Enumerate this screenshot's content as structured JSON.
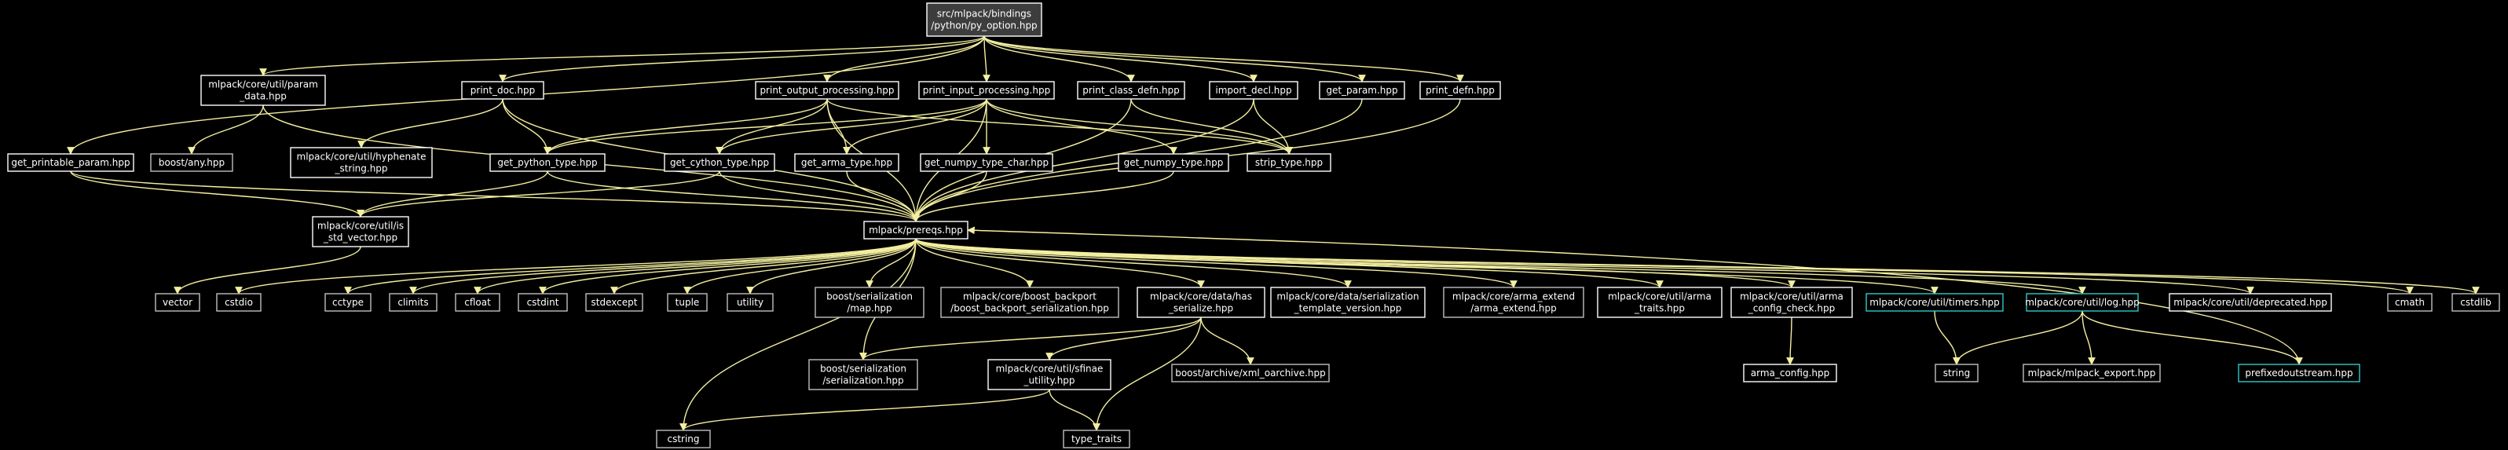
{
  "colors": {
    "background": "#000000",
    "edge": "#f3efa0",
    "node_default_border": "#ffffff",
    "node_system_border": "#bfbfbf",
    "node_cyan_border": "#30c9c9",
    "root_fill": "#3d3d3d",
    "text": "#ffffff"
  },
  "nodes": [
    {
      "id": "root",
      "kind": "root",
      "lines": [
        "src/mlpack/bindings",
        "/python/py_option.hpp"
      ]
    },
    {
      "id": "param_data",
      "kind": "default",
      "lines": [
        "mlpack/core/util/param",
        "_data.hpp"
      ]
    },
    {
      "id": "print_doc",
      "kind": "default",
      "lines": [
        "print_doc.hpp"
      ]
    },
    {
      "id": "print_output",
      "kind": "default",
      "lines": [
        "print_output_processing.hpp"
      ]
    },
    {
      "id": "print_input",
      "kind": "default",
      "lines": [
        "print_input_processing.hpp"
      ]
    },
    {
      "id": "print_class",
      "kind": "default",
      "lines": [
        "print_class_defn.hpp"
      ]
    },
    {
      "id": "import_decl",
      "kind": "default",
      "lines": [
        "import_decl.hpp"
      ]
    },
    {
      "id": "get_param",
      "kind": "default",
      "lines": [
        "get_param.hpp"
      ]
    },
    {
      "id": "print_defn",
      "kind": "default",
      "lines": [
        "print_defn.hpp"
      ]
    },
    {
      "id": "get_printable",
      "kind": "default",
      "lines": [
        "get_printable_param.hpp"
      ]
    },
    {
      "id": "boost_any",
      "kind": "system",
      "lines": [
        "boost/any.hpp"
      ]
    },
    {
      "id": "hyphenate",
      "kind": "default",
      "lines": [
        "mlpack/core/util/hyphenate",
        "_string.hpp"
      ]
    },
    {
      "id": "get_python",
      "kind": "default",
      "lines": [
        "get_python_type.hpp"
      ]
    },
    {
      "id": "get_cython",
      "kind": "default",
      "lines": [
        "get_cython_type.hpp"
      ]
    },
    {
      "id": "get_arma",
      "kind": "default",
      "lines": [
        "get_arma_type.hpp"
      ]
    },
    {
      "id": "get_numpy_char",
      "kind": "default",
      "lines": [
        "get_numpy_type_char.hpp"
      ]
    },
    {
      "id": "get_numpy",
      "kind": "default",
      "lines": [
        "get_numpy_type.hpp"
      ]
    },
    {
      "id": "strip_type",
      "kind": "default",
      "lines": [
        "strip_type.hpp"
      ]
    },
    {
      "id": "is_std_vector",
      "kind": "default",
      "lines": [
        "mlpack/core/util/is",
        "_std_vector.hpp"
      ]
    },
    {
      "id": "prereqs",
      "kind": "default",
      "lines": [
        "mlpack/prereqs.hpp"
      ]
    },
    {
      "id": "vector",
      "kind": "system",
      "lines": [
        "vector"
      ]
    },
    {
      "id": "cstdio",
      "kind": "system",
      "lines": [
        "cstdio"
      ]
    },
    {
      "id": "cctype",
      "kind": "system",
      "lines": [
        "cctype"
      ]
    },
    {
      "id": "climits",
      "kind": "system",
      "lines": [
        "climits"
      ]
    },
    {
      "id": "cfloat",
      "kind": "system",
      "lines": [
        "cfloat"
      ]
    },
    {
      "id": "cstdint",
      "kind": "system",
      "lines": [
        "cstdint"
      ]
    },
    {
      "id": "stdexcept",
      "kind": "system",
      "lines": [
        "stdexcept"
      ]
    },
    {
      "id": "tuple",
      "kind": "system",
      "lines": [
        "tuple"
      ]
    },
    {
      "id": "utility",
      "kind": "system",
      "lines": [
        "utility"
      ]
    },
    {
      "id": "ser_map",
      "kind": "system",
      "lines": [
        "boost/serialization",
        "/map.hpp"
      ]
    },
    {
      "id": "boost_backport",
      "kind": "system",
      "lines": [
        "mlpack/core/boost_backport",
        "/boost_backport_serialization.hpp"
      ]
    },
    {
      "id": "has_serialize",
      "kind": "default",
      "lines": [
        "mlpack/core/data/has",
        "_serialize.hpp"
      ]
    },
    {
      "id": "ser_template",
      "kind": "default",
      "lines": [
        "mlpack/core/data/serialization",
        "_template_version.hpp"
      ]
    },
    {
      "id": "arma_extend",
      "kind": "system",
      "lines": [
        "mlpack/core/arma_extend",
        "/arma_extend.hpp"
      ]
    },
    {
      "id": "arma_traits",
      "kind": "default",
      "lines": [
        "mlpack/core/util/arma",
        "_traits.hpp"
      ]
    },
    {
      "id": "arma_config_check",
      "kind": "default",
      "lines": [
        "mlpack/core/util/arma",
        "_config_check.hpp"
      ]
    },
    {
      "id": "timers",
      "kind": "cyan",
      "lines": [
        "mlpack/core/util/timers.hpp"
      ]
    },
    {
      "id": "log",
      "kind": "cyan",
      "lines": [
        "mlpack/core/util/log.hpp"
      ]
    },
    {
      "id": "deprecated",
      "kind": "default",
      "lines": [
        "mlpack/core/util/deprecated.hpp"
      ]
    },
    {
      "id": "cmath",
      "kind": "system",
      "lines": [
        "cmath"
      ]
    },
    {
      "id": "cstdlib",
      "kind": "system",
      "lines": [
        "cstdlib"
      ]
    },
    {
      "id": "ser_ser",
      "kind": "system",
      "lines": [
        "boost/serialization",
        "/serialization.hpp"
      ]
    },
    {
      "id": "sfinae",
      "kind": "default",
      "lines": [
        "mlpack/core/util/sfinae",
        "_utility.hpp"
      ]
    },
    {
      "id": "xml_oarchive",
      "kind": "system",
      "lines": [
        "boost/archive/xml_oarchive.hpp"
      ]
    },
    {
      "id": "arma_config",
      "kind": "default",
      "lines": [
        "arma_config.hpp"
      ]
    },
    {
      "id": "string",
      "kind": "system",
      "lines": [
        "string"
      ]
    },
    {
      "id": "mlpack_export",
      "kind": "system",
      "lines": [
        "mlpack/mlpack_export.hpp"
      ]
    },
    {
      "id": "prefixedout",
      "kind": "cyan",
      "lines": [
        "prefixedoutstream.hpp"
      ]
    },
    {
      "id": "cstring",
      "kind": "system",
      "lines": [
        "cstring"
      ]
    },
    {
      "id": "type_traits",
      "kind": "system",
      "lines": [
        "type_traits"
      ]
    }
  ],
  "edges": [
    [
      "root",
      "param_data"
    ],
    [
      "root",
      "print_doc"
    ],
    [
      "root",
      "print_output"
    ],
    [
      "root",
      "print_input"
    ],
    [
      "root",
      "print_class"
    ],
    [
      "root",
      "import_decl"
    ],
    [
      "root",
      "get_param"
    ],
    [
      "root",
      "print_defn"
    ],
    [
      "root",
      "get_printable"
    ],
    [
      "param_data",
      "boost_any"
    ],
    [
      "param_data",
      "prereqs"
    ],
    [
      "print_doc",
      "hyphenate"
    ],
    [
      "print_doc",
      "get_python"
    ],
    [
      "print_doc",
      "prereqs"
    ],
    [
      "print_output",
      "get_python"
    ],
    [
      "print_output",
      "get_cython"
    ],
    [
      "print_output",
      "get_arma"
    ],
    [
      "print_output",
      "strip_type"
    ],
    [
      "print_output",
      "prereqs"
    ],
    [
      "print_input",
      "get_python"
    ],
    [
      "print_input",
      "get_cython"
    ],
    [
      "print_input",
      "get_arma"
    ],
    [
      "print_input",
      "get_numpy_char"
    ],
    [
      "print_input",
      "get_numpy"
    ],
    [
      "print_input",
      "strip_type"
    ],
    [
      "print_input",
      "prereqs"
    ],
    [
      "print_class",
      "strip_type"
    ],
    [
      "print_class",
      "prereqs"
    ],
    [
      "import_decl",
      "strip_type"
    ],
    [
      "import_decl",
      "prereqs"
    ],
    [
      "get_param",
      "prereqs"
    ],
    [
      "print_defn",
      "prereqs"
    ],
    [
      "get_printable",
      "is_std_vector"
    ],
    [
      "get_printable",
      "prereqs"
    ],
    [
      "get_python",
      "is_std_vector"
    ],
    [
      "get_python",
      "prereqs"
    ],
    [
      "get_cython",
      "is_std_vector"
    ],
    [
      "get_cython",
      "prereqs"
    ],
    [
      "get_arma",
      "prereqs"
    ],
    [
      "get_numpy_char",
      "prereqs"
    ],
    [
      "get_numpy",
      "prereqs"
    ],
    [
      "is_std_vector",
      "vector"
    ],
    [
      "prereqs",
      "cstdio"
    ],
    [
      "prereqs",
      "cctype"
    ],
    [
      "prereqs",
      "climits"
    ],
    [
      "prereqs",
      "cfloat"
    ],
    [
      "prereqs",
      "cstdint"
    ],
    [
      "prereqs",
      "stdexcept"
    ],
    [
      "prereqs",
      "tuple"
    ],
    [
      "prereqs",
      "utility"
    ],
    [
      "prereqs",
      "ser_map"
    ],
    [
      "prereqs",
      "boost_backport"
    ],
    [
      "prereqs",
      "has_serialize"
    ],
    [
      "prereqs",
      "ser_template"
    ],
    [
      "prereqs",
      "arma_extend"
    ],
    [
      "prereqs",
      "arma_traits"
    ],
    [
      "prereqs",
      "arma_config_check"
    ],
    [
      "prereqs",
      "timers"
    ],
    [
      "prereqs",
      "log"
    ],
    [
      "prereqs",
      "deprecated"
    ],
    [
      "prereqs",
      "cmath"
    ],
    [
      "prereqs",
      "cstdlib"
    ],
    [
      "prereqs",
      "ser_ser"
    ],
    [
      "prereqs",
      "cstring"
    ],
    [
      "has_serialize",
      "ser_ser"
    ],
    [
      "has_serialize",
      "sfinae"
    ],
    [
      "has_serialize",
      "xml_oarchive"
    ],
    [
      "has_serialize",
      "type_traits"
    ],
    [
      "sfinae",
      "cstring"
    ],
    [
      "sfinae",
      "type_traits"
    ],
    [
      "arma_config_check",
      "arma_config"
    ],
    [
      "timers",
      "string"
    ],
    [
      "log",
      "string"
    ],
    [
      "log",
      "mlpack_export"
    ],
    [
      "log",
      "prefixedout"
    ],
    [
      "prefixedout",
      "prereqs"
    ]
  ]
}
